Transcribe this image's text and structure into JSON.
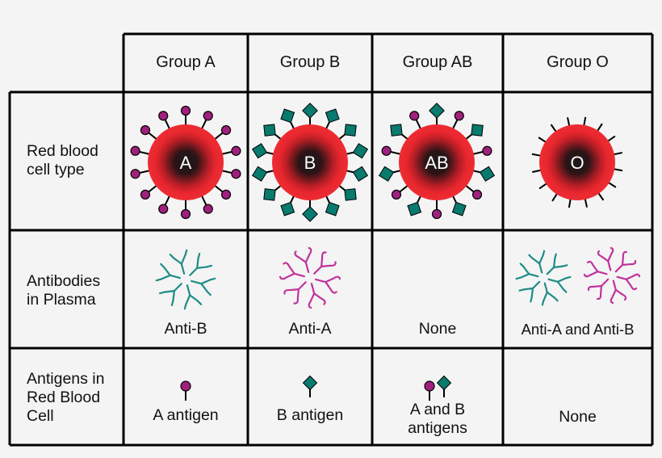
{
  "headers": [
    "Group A",
    "Group B",
    "Group AB",
    "Group O"
  ],
  "row_labels": {
    "cell_type": "Red blood\ncell type",
    "antibodies": "Antibodies\nin Plasma",
    "antigens": "Antigens in\nRed Blood\nCell"
  },
  "cells": [
    "A",
    "B",
    "AB",
    "O"
  ],
  "antibody_labels": [
    "Anti-B",
    "Anti-A",
    "None",
    "Anti-A and Anti-B"
  ],
  "antigen_labels": [
    "A antigen",
    "B antigen",
    "A and B\nantigens",
    "None"
  ],
  "colors": {
    "cell_outer": "#e8262e",
    "cell_inner": "#1a1a1a",
    "antigen_a": "#a0207e",
    "antigen_b": "#087a6e",
    "anti_b_antibody": "#1f8c86",
    "anti_a_antibody": "#c0339c",
    "grid": "#000000"
  }
}
